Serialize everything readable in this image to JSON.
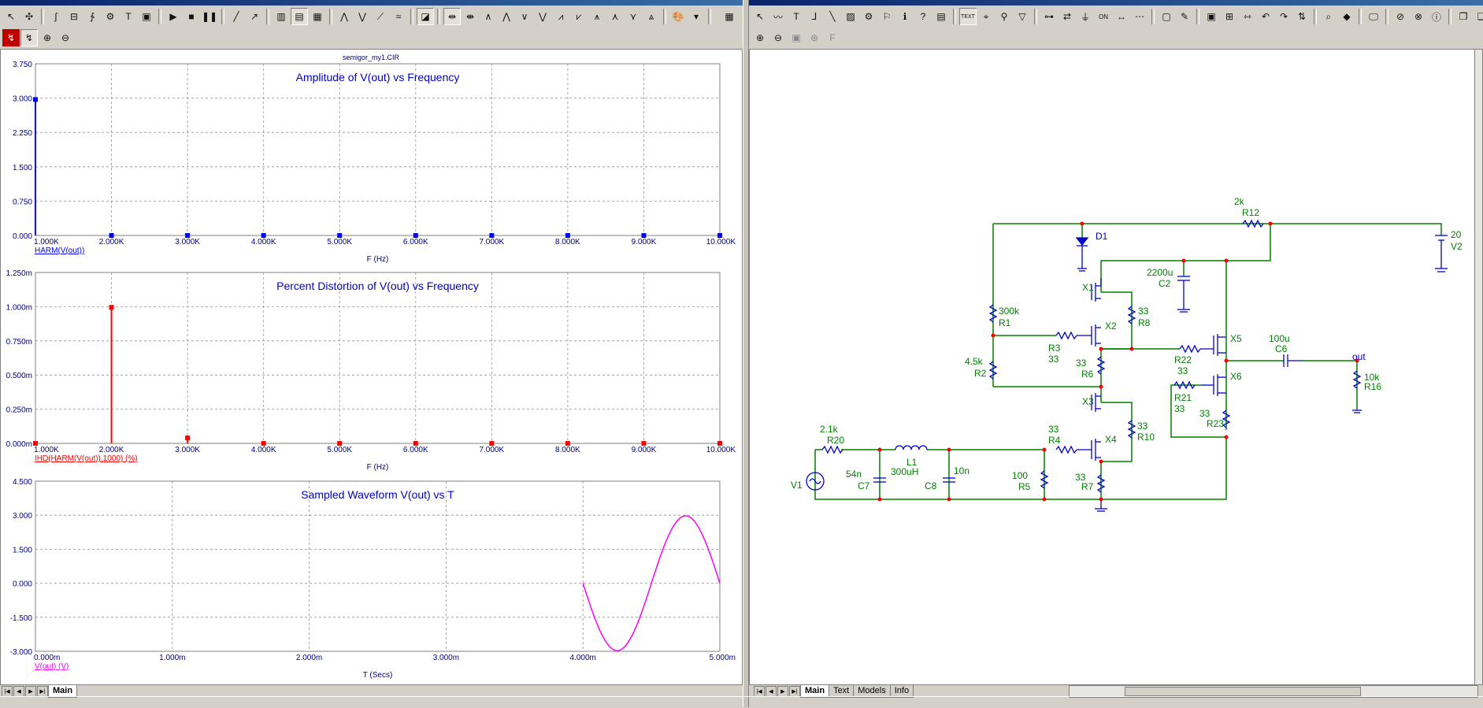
{
  "analysis": {
    "file_name": "semigor_my1.CIR",
    "status_tabs": [
      "Main"
    ],
    "charts": [
      {
        "id": "amplitude",
        "type": "scatter",
        "title": "Amplitude of V(out) vs Frequency",
        "xlabel": "F (Hz)",
        "ylabel": "",
        "series_label": "HARM(V(out))",
        "color": "#0000ff",
        "xlim": [
          1000,
          10000
        ],
        "ylim": [
          0,
          3.75
        ],
        "x_ticks": [
          "1.000K",
          "2.000K",
          "3.000K",
          "4.000K",
          "5.000K",
          "6.000K",
          "7.000K",
          "8.000K",
          "9.000K",
          "10.000K"
        ],
        "y_ticks": [
          "0.000",
          "0.750",
          "1.500",
          "2.250",
          "3.000",
          "3.750"
        ],
        "x": [
          1000,
          2000,
          3000,
          4000,
          5000,
          6000,
          7000,
          8000,
          9000,
          10000
        ],
        "y": [
          2.97,
          0,
          0,
          0,
          0,
          0,
          0,
          0,
          0,
          0
        ]
      },
      {
        "id": "distortion",
        "type": "bar",
        "title": "Percent Distortion of V(out) vs Frequency",
        "xlabel": "F (Hz)",
        "ylabel": "",
        "series_label": "IHD(HARM(V(out)),1000) (%)",
        "color": "#ff0000",
        "xlim": [
          1000,
          10000
        ],
        "ylim": [
          0,
          0.00125
        ],
        "x_ticks": [
          "1.000K",
          "2.000K",
          "3.000K",
          "4.000K",
          "5.000K",
          "6.000K",
          "7.000K",
          "8.000K",
          "9.000K",
          "10.000K"
        ],
        "y_ticks": [
          "0.000m",
          "0.250m",
          "0.500m",
          "0.750m",
          "1.000m",
          "1.250m"
        ],
        "x": [
          1000,
          2000,
          3000,
          4000,
          5000,
          6000,
          7000,
          8000,
          9000,
          10000
        ],
        "y": [
          0,
          0.000995,
          4e-05,
          0,
          0,
          0,
          0,
          0,
          0,
          0
        ]
      },
      {
        "id": "waveform",
        "type": "line",
        "title": "Sampled Waveform  V(out) vs T",
        "xlabel": "T (Secs)",
        "ylabel": "",
        "series_label": "V(out) (V)",
        "color": "#ff00ff",
        "xlim": [
          0,
          0.005
        ],
        "ylim": [
          -3,
          4.5
        ],
        "x_ticks": [
          "0.000m",
          "1.000m",
          "2.000m",
          "3.000m",
          "4.000m",
          "5.000m"
        ],
        "y_ticks": [
          "-3.000",
          "-1.500",
          "0.000",
          "1.500",
          "3.000",
          "4.500"
        ],
        "wave": {
          "t_start": 0.004,
          "t_end": 0.005,
          "amplitude": 2.97,
          "frequency": 1000
        }
      }
    ]
  },
  "schematic": {
    "tabs": [
      "Main",
      "Text",
      "Models",
      "Info"
    ],
    "colors": {
      "wire": "#008000",
      "component": "#0000c8",
      "label": "#008000",
      "node": "#ff0000"
    },
    "labels": {
      "R12_val": "2k",
      "R12": "R12",
      "V2_val": "20",
      "V2": "V2",
      "D1": "D1",
      "C2_val": "2200u",
      "C2": "C2",
      "X1": "X1",
      "R8_val": "33",
      "R8": "R8",
      "R1_val": "300k",
      "R1": "R1",
      "X2": "X2",
      "R3": "R3",
      "R3_val": "33",
      "R22": "R22",
      "R22_val": "33",
      "X5": "X5",
      "C6_val": "100u",
      "C6": "C6",
      "out": "out",
      "R2_val": "4.5k",
      "R2": "R2",
      "R6_val": "33",
      "R6": "R6",
      "X6": "X6",
      "R16_val": "10k",
      "R16": "R16",
      "R21": "R21",
      "R21_val": "33",
      "X3": "X3",
      "R10_val": "33",
      "R10": "R10",
      "R23_val": "33",
      "R23": "R23",
      "R20_val": "2.1k",
      "R20": "R20",
      "L1": "L1",
      "L1_val": "300uH",
      "R4_val": "33",
      "R4": "R4",
      "X4": "X4",
      "V1": "V1",
      "C7_val": "54n",
      "C7": "C7",
      "C8_val": "10n",
      "C8": "C8",
      "R5_val": "100",
      "R5": "R5",
      "R7_val": "33",
      "R7": "R7"
    }
  }
}
